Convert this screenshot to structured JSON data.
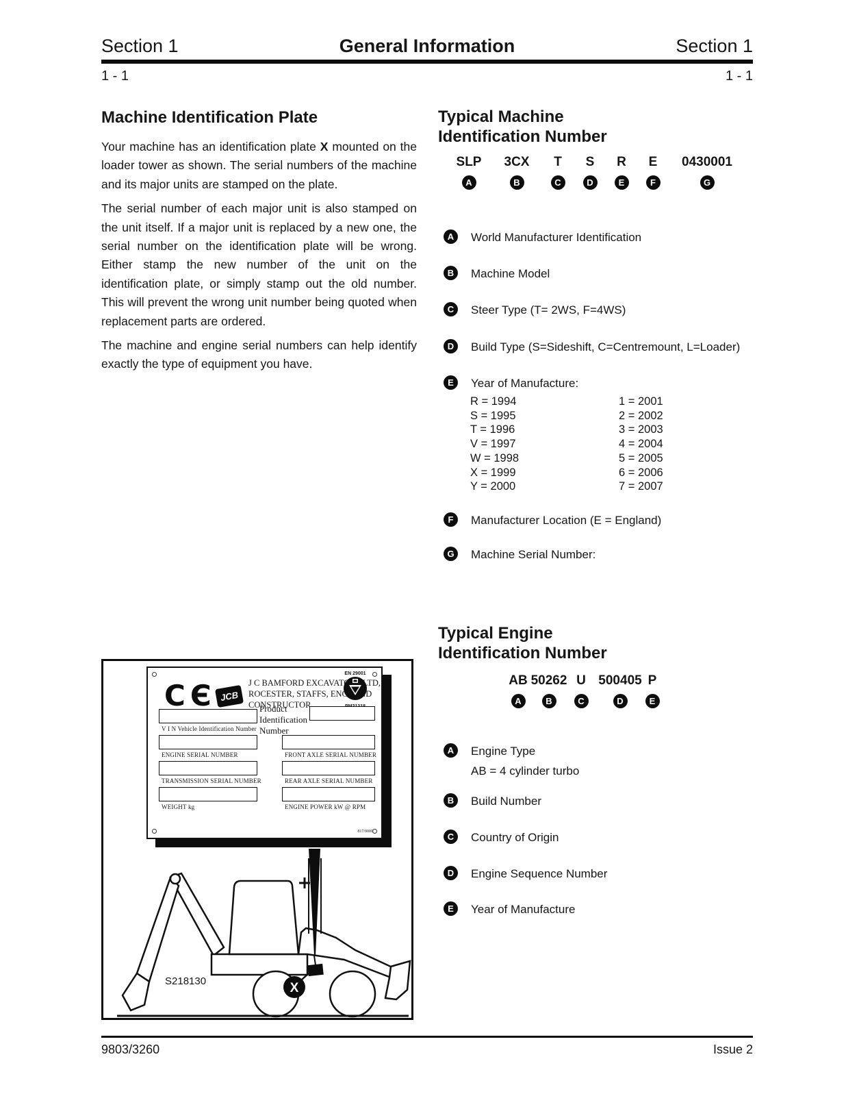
{
  "header": {
    "section_left": "Section 1",
    "title": "General Information",
    "section_right": "Section 1",
    "page_num_left": "1 - 1",
    "page_num_right": "1 - 1"
  },
  "machine_plate": {
    "heading": "Machine Identification Plate",
    "para1": {
      "before": "Your machine has an identification plate ",
      "bold": "X",
      "after": " mounted on the loader tower as shown. The serial numbers of the machine and its major units are stamped on the plate."
    },
    "para2": "The serial number of each major unit is also stamped on the unit itself. If a major unit is replaced by a new one, the serial number on the identification plate will be wrong. Either stamp the new number of the unit on the identification plate, or simply stamp out the old number. This will prevent the wrong unit number being quoted when replacement parts are ordered.",
    "para3": "The machine and engine serial numbers can help identify exactly the type of equipment you have."
  },
  "figure": {
    "plate": {
      "ce_mark": "CЄ",
      "jcb_logo": "JCB",
      "company_line1": "J C BAMFORD EXCAVATORS LTD,",
      "company_line2": "ROCESTER, STAFFS, ENGLAND",
      "company_line3": "CONSTRUCTOR",
      "cert_top": "EN 29001",
      "cert_bottom": "PM21318",
      "product_label": "Product\nIdentification\nNumber",
      "left_fields": [
        "V I N   Vehicle Identification Number",
        "ENGINE SERIAL NUMBER",
        "TRANSMISSION SERIAL NUMBER",
        "WEIGHT kg"
      ],
      "right_fields": [
        "FRONT AXLE SERIAL NUMBER",
        "REAR AXLE SERIAL NUMBER",
        "ENGINE POWER kW @ RPM"
      ],
      "plate_code": "817/0000"
    },
    "machine_drawing": {
      "figure_code": "S218130",
      "callout": "X"
    }
  },
  "machine_id": {
    "heading": "Typical Machine\nIdentification Number",
    "serial": [
      {
        "value": "SLP",
        "key": "A"
      },
      {
        "value": "3CX",
        "key": "B"
      },
      {
        "value": "T",
        "key": "C"
      },
      {
        "value": "S",
        "key": "D"
      },
      {
        "value": "R",
        "key": "E"
      },
      {
        "value": "E",
        "key": "F"
      },
      {
        "value": "0430001",
        "key": "G"
      }
    ],
    "items": [
      {
        "key": "A",
        "text": "World Manufacturer Identification"
      },
      {
        "key": "B",
        "text": "Machine Model"
      },
      {
        "key": "C",
        "text": "Steer Type (T= 2WS, F=4WS)"
      },
      {
        "key": "D",
        "text": "Build Type (S=Sideshift, C=Centremount, L=Loader)"
      },
      {
        "key": "E",
        "text": "Year of Manufacture:"
      },
      {
        "key": "F",
        "text": "Manufacturer Location (E = England)"
      },
      {
        "key": "G",
        "text": "Machine Serial Number:"
      }
    ],
    "year_codes_left": [
      "R = 1994",
      "S = 1995",
      "T = 1996",
      "V = 1997",
      "W = 1998",
      "X = 1999",
      "Y = 2000"
    ],
    "year_codes_right": [
      "1 = 2001",
      "2 = 2002",
      "3 = 2003",
      "4 = 2004",
      "5 = 2005",
      "6 = 2006",
      "7 = 2007"
    ]
  },
  "engine_id": {
    "heading": "Typical Engine\nIdentification Number",
    "serial": [
      {
        "value": "AB",
        "key": "A"
      },
      {
        "value": "50262",
        "key": "B"
      },
      {
        "value": "U",
        "key": "C"
      },
      {
        "value": "500405",
        "key": "D"
      },
      {
        "value": "P",
        "key": "E"
      }
    ],
    "items": [
      {
        "key": "A",
        "text": "Engine Type",
        "sub": "AB = 4 cylinder turbo"
      },
      {
        "key": "B",
        "text": "Build Number"
      },
      {
        "key": "C",
        "text": "Country of Origin"
      },
      {
        "key": "D",
        "text": "Engine Sequence Number"
      },
      {
        "key": "E",
        "text": "Year of Manufacture"
      }
    ]
  },
  "footer": {
    "publication": "9803/3260",
    "issue": "Issue 2"
  }
}
